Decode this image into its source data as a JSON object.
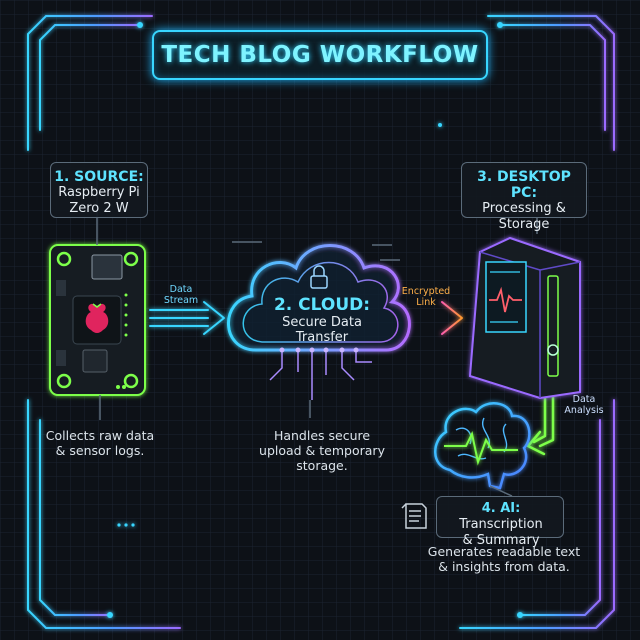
{
  "title": "TECH BLOG WORKFLOW",
  "colors": {
    "background": "#0d1117",
    "cyan": "#38d6ff",
    "purple": "#9b6bff",
    "green": "#7dff4a",
    "orange": "#ff9a2e",
    "pink": "#ff5fae"
  },
  "source": {
    "heading": "1. SOURCE:",
    "line1": "Raspberry Pi",
    "line2": "Zero 2 W",
    "desc1": "Collects raw data",
    "desc2": "& sensor logs.",
    "icon": "raspberry-pi-board-icon"
  },
  "cloud": {
    "heading": "2. CLOUD:",
    "line1": "Secure Data",
    "line2": "Transfer",
    "desc1": "Handles secure",
    "desc2": "upload & temporary",
    "desc3": "storage.",
    "icon": "cloud-lock-icon"
  },
  "desktop": {
    "heading": "3. DESKTOP PC:",
    "line1": "Processing &",
    "line2": "Storage",
    "icon": "desktop-tower-icon"
  },
  "ai": {
    "heading": "4. AI:",
    "line1": "Transcription",
    "line2": "& Summary",
    "desc1": "Generates readable text",
    "desc2": "& insights from data.",
    "icon": "brain-icon"
  },
  "flows": {
    "data_stream_1": "Data",
    "data_stream_2": "Stream",
    "encrypted_1": "Encrypted",
    "encrypted_2": "Link",
    "analysis_1": "Data",
    "analysis_2": "Analysis"
  }
}
